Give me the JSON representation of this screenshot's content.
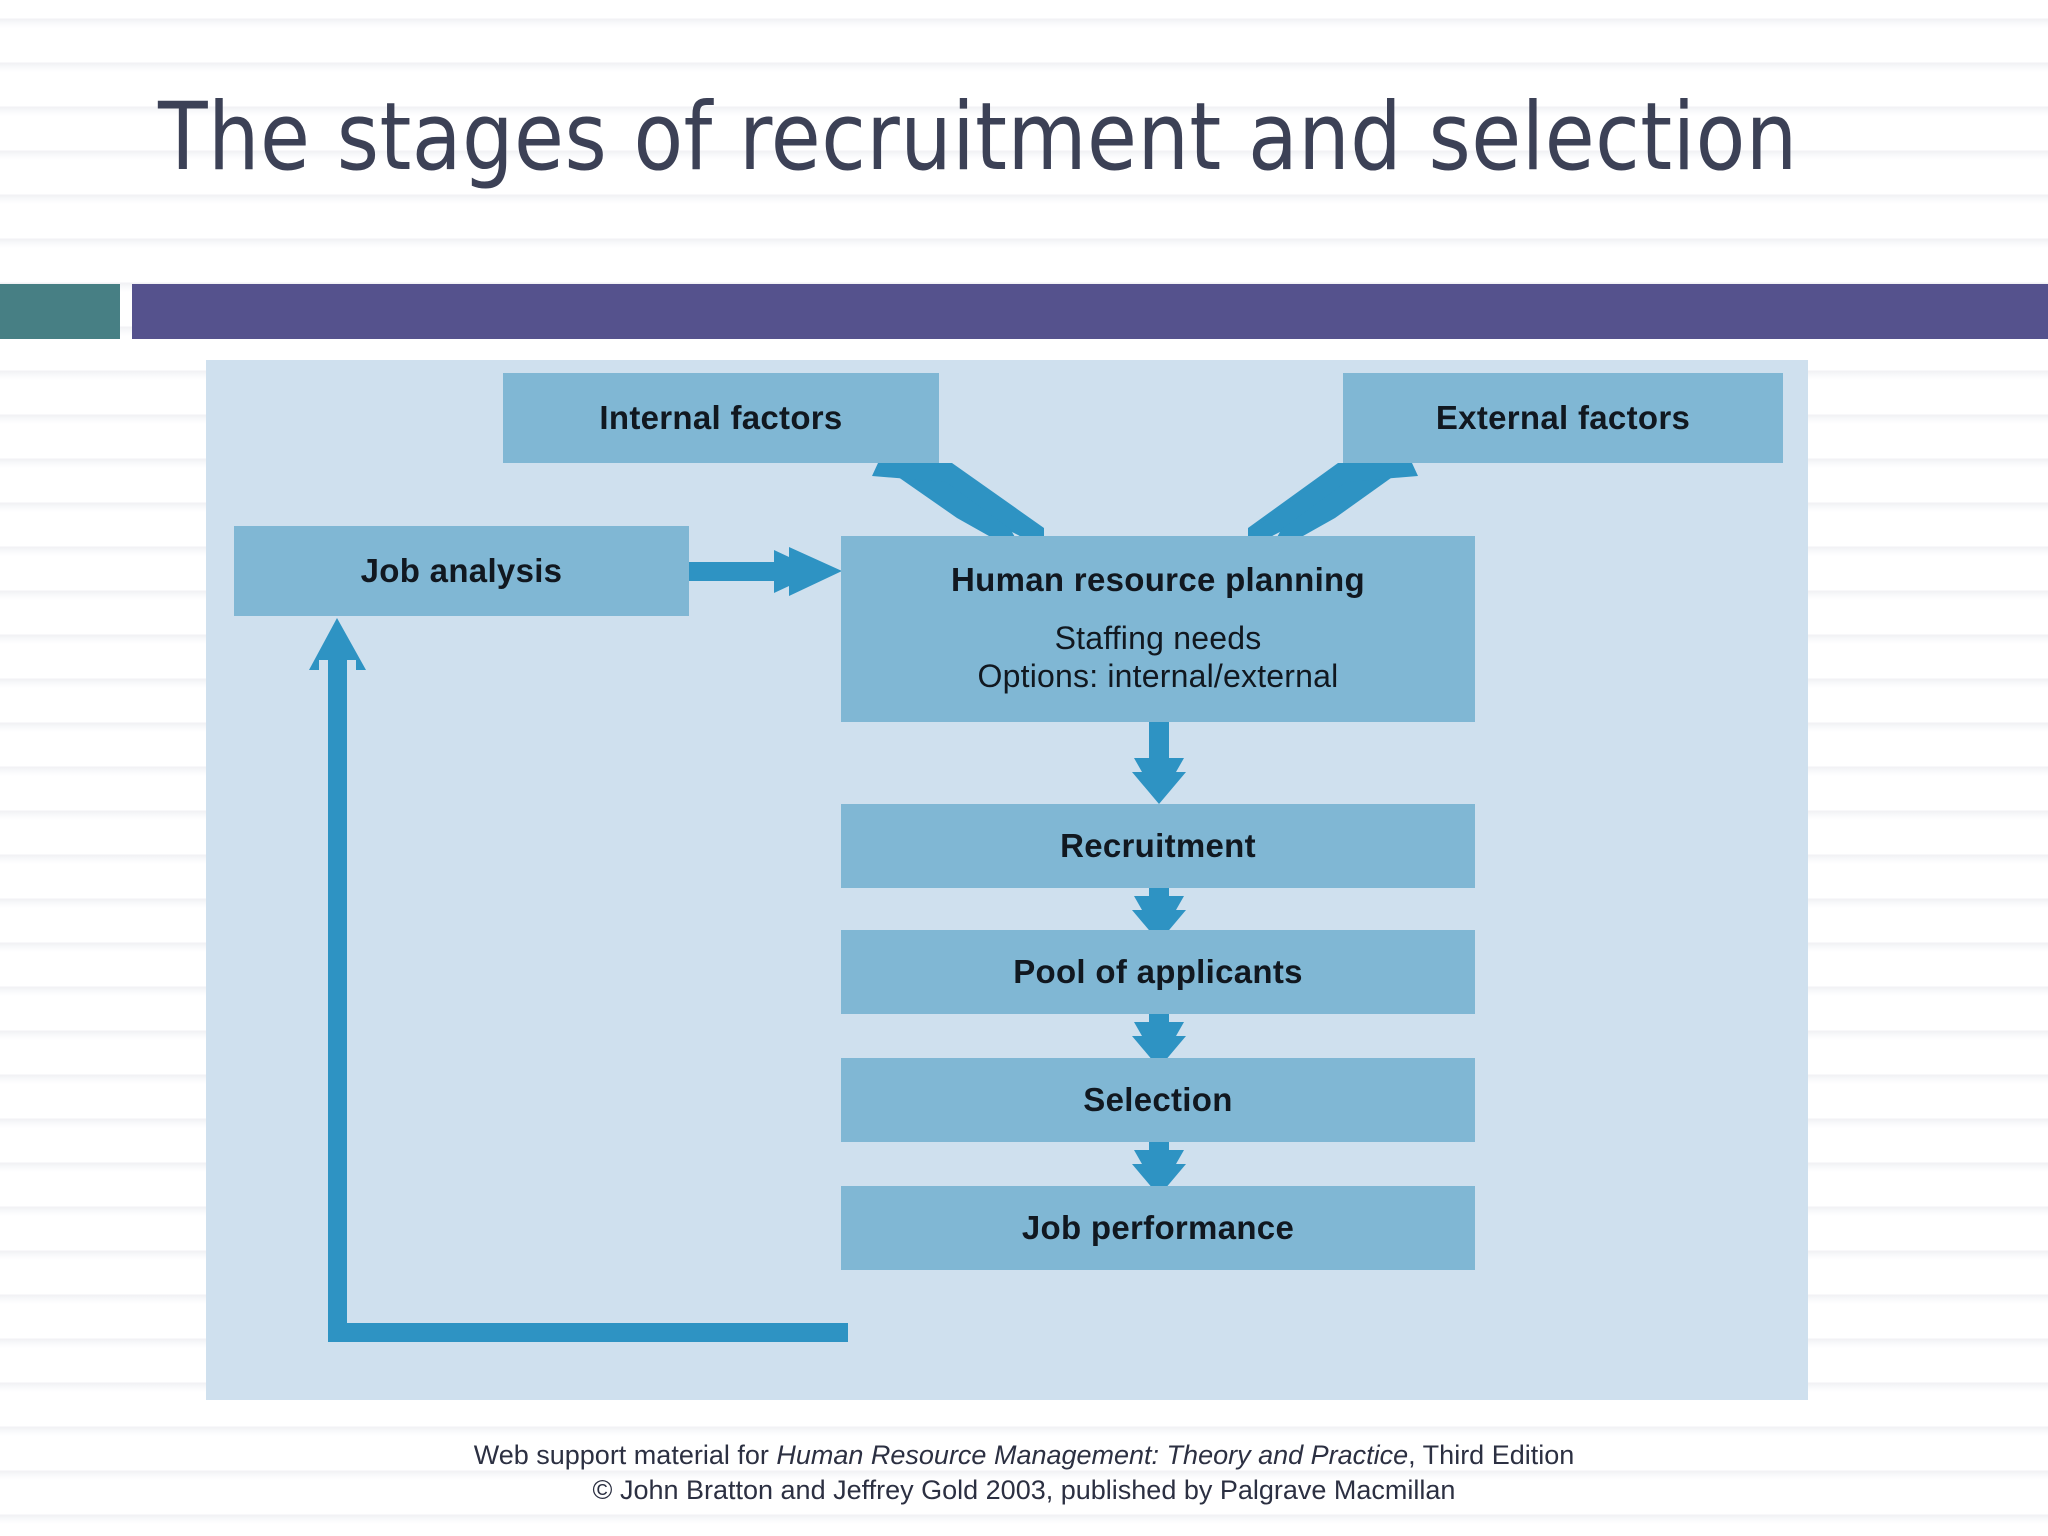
{
  "slide": {
    "title": "The stages of recruitment and selection",
    "accent_color": "#477f84",
    "header_rule_color": "#55528d",
    "title_color": "#3c4156",
    "panel_color": "#cfe0ee",
    "node_color": "#80b7d4",
    "arrow_color": "#2e93c3"
  },
  "diagram": {
    "type": "flowchart",
    "nodes": {
      "internal_factors": {
        "label": "Internal factors"
      },
      "external_factors": {
        "label": "External factors"
      },
      "job_analysis": {
        "label": "Job analysis"
      },
      "hr_planning": {
        "label": "Human resource planning",
        "sub_line_1": "Staffing needs",
        "sub_line_2": "Options: internal/external"
      },
      "recruitment": {
        "label": "Recruitment"
      },
      "pool": {
        "label": "Pool of applicants"
      },
      "selection": {
        "label": "Selection"
      },
      "job_performance": {
        "label": "Job performance"
      }
    },
    "edges": [
      {
        "from": "internal_factors",
        "to": "hr_planning",
        "style": "diagonal-arrow"
      },
      {
        "from": "external_factors",
        "to": "hr_planning",
        "style": "diagonal-arrow"
      },
      {
        "from": "job_analysis",
        "to": "hr_planning",
        "style": "horizontal-arrow"
      },
      {
        "from": "hr_planning",
        "to": "recruitment",
        "style": "down-arrow"
      },
      {
        "from": "recruitment",
        "to": "pool",
        "style": "down-arrow"
      },
      {
        "from": "pool",
        "to": "selection",
        "style": "down-arrow"
      },
      {
        "from": "selection",
        "to": "job_performance",
        "style": "down-arrow"
      },
      {
        "from": "job_performance",
        "to": "job_analysis",
        "style": "feedback-loop-up-arrow"
      }
    ]
  },
  "footer": {
    "line1_prefix": "Web support material for ",
    "line1_italic": "Human Resource Management: Theory and Practice",
    "line1_suffix": ", Third Edition",
    "line2": "© John Bratton and Jeffrey Gold 2003, published by Palgrave Macmillan"
  }
}
